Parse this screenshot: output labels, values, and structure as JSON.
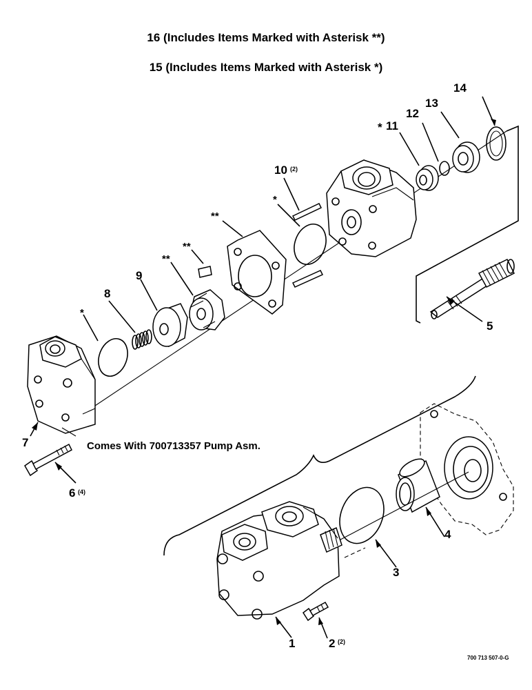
{
  "header": {
    "line16": "16 (Includes Items Marked with Asterisk **)",
    "line15": "15 (Includes Items Marked with Asterisk *)"
  },
  "callouts": {
    "n1": "1",
    "n2": "2",
    "n2_qty": "(2)",
    "n3": "3",
    "n4": "4",
    "n5": "5",
    "n6": "6",
    "n6_qty": "(4)",
    "n7": "7",
    "n8": "8",
    "n9": "9",
    "n10": "10",
    "n10_qty": "(2)",
    "n11": "11",
    "n11_mark": "*",
    "n12": "12",
    "n13": "13",
    "n14": "14",
    "star_oring_left": "*",
    "star_oring_mid": "*",
    "dstar_gear": "**",
    "dstar_key": "**",
    "dstar_plate": "**"
  },
  "note": "Comes With 700713357 Pump Asm.",
  "figure_id": "700 713 507-0-G"
}
